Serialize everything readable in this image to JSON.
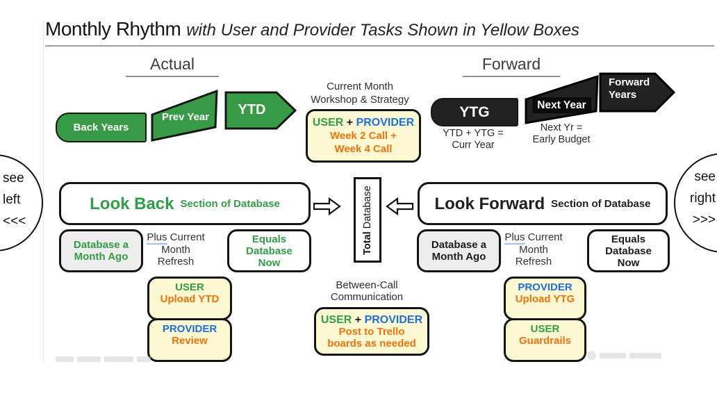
{
  "title": {
    "main": "Monthly Rhythm",
    "subtitle": "with User and Provider Tasks Shown in Yellow Boxes"
  },
  "actual": {
    "heading": "Actual",
    "back_years": "Back Years",
    "prev_year": "Prev Year",
    "ytd": "YTD"
  },
  "workshop": {
    "heading_line1": "Current Month",
    "heading_line2": "Workshop & Strategy",
    "user": "USER",
    "plus": "+",
    "provider": "PROVIDER",
    "task_line1": "Week 2 Call +",
    "task_line2": "Week 4 Call"
  },
  "forward": {
    "heading": "Forward",
    "ytg": "YTG",
    "ytg_caption_line1": "YTD + YTG =",
    "ytg_caption_line2": "Curr Year",
    "next_year": "Next Year",
    "next_year_caption_line1": "Next Yr =",
    "next_year_caption_line2": "Early Budget",
    "forward_years_line1": "Forward",
    "forward_years_line2": "Years"
  },
  "look_back": {
    "title": "Look Back",
    "subtitle": "Section of Database"
  },
  "look_forward": {
    "title": "Look Forward",
    "subtitle": "Section of Database"
  },
  "total_database": {
    "word1": "Total",
    "word2": " Database"
  },
  "left_flow": {
    "month_ago_line1": "Database a",
    "month_ago_line2": "Month Ago",
    "plus_underlined": "Plus",
    "plus_rest": " Current",
    "plus_line2": "Month",
    "plus_line3": "Refresh",
    "equals_line1": "Equals",
    "equals_line2": "Database",
    "equals_line3": "Now"
  },
  "right_flow": {
    "month_ago_line1": "Database a",
    "month_ago_line2": "Month Ago",
    "plus_underlined": "Plus",
    "plus_rest": " Current",
    "plus_line2": "Month",
    "plus_line3": "Refresh",
    "equals_line1": "Equals",
    "equals_line2": "Database",
    "equals_line3": "Now"
  },
  "left_tasks": {
    "box1_role": "USER",
    "box1_task": "Upload YTD",
    "box2_role": "PROVIDER",
    "box2_task": "Review"
  },
  "between_call": {
    "heading_line1": "Between-Call",
    "heading_line2": "Communication",
    "user": "USER",
    "plus": "+",
    "provider": "PROVIDER",
    "task_line1": "Post to Trello",
    "task_line2": "boards as needed"
  },
  "right_tasks": {
    "box1_role": "PROVIDER",
    "box1_task": "Upload YTG",
    "box2_role": "USER",
    "box2_task": "Guardrails"
  },
  "side_notes": {
    "left_line1": "see",
    "left_line2": "left",
    "left_line3": "<<<",
    "right_line1": "see",
    "right_line2": "right",
    "right_line3": ">>>"
  },
  "colors": {
    "green_fill": "#379b45",
    "dark_fill": "#222222",
    "yellow_fill": "#fcf9d2",
    "green_text": "#2f9e44",
    "orange_text": "#f4720c",
    "blue_text": "#1b6fdf",
    "gray_fill": "#ededed"
  }
}
